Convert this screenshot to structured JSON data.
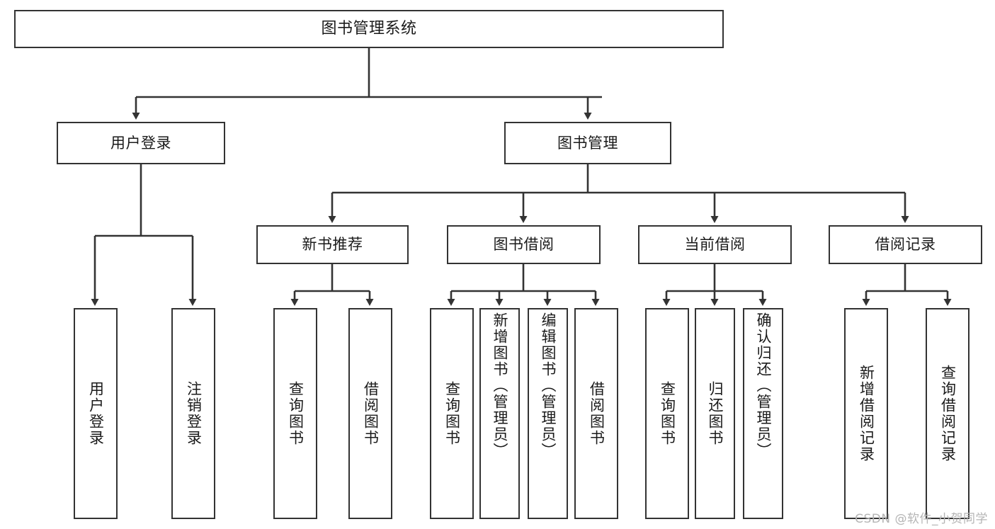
{
  "diagram": {
    "type": "tree",
    "title": "图书管理系统",
    "orientation": "top-down",
    "colors": {
      "box_border": "#333333",
      "box_fill": "#ffffff",
      "edge": "#333333",
      "text": "#1a1a1a",
      "watermark": "#b5b5b5"
    },
    "nodes": {
      "root": {
        "label": "图书管理系统"
      },
      "level2": [
        {
          "label": "用户登录"
        },
        {
          "label": "图书管理"
        }
      ],
      "level3": [
        {
          "label": "新书推荐"
        },
        {
          "label": "图书借阅"
        },
        {
          "label": "当前借阅"
        },
        {
          "label": "借阅记录"
        }
      ],
      "leaves_user_login": [
        {
          "label": "用户登录"
        },
        {
          "label": "注销登录"
        }
      ],
      "leaves_new_book": [
        {
          "label": "查询图书"
        },
        {
          "label": "借阅图书"
        }
      ],
      "leaves_borrow": [
        {
          "label": "查询图书"
        },
        {
          "label": "新增图书（管理员）"
        },
        {
          "label": "编辑图书（管理员）"
        },
        {
          "label": "借阅图书"
        }
      ],
      "leaves_current": [
        {
          "label": "查询图书"
        },
        {
          "label": "归还图书"
        },
        {
          "label": "确认归还（管理员）"
        }
      ],
      "leaves_record": [
        {
          "label": "新增借阅记录"
        },
        {
          "label": "查询借阅记录"
        }
      ]
    },
    "watermark": "CSDN @软件_小贺同学"
  }
}
